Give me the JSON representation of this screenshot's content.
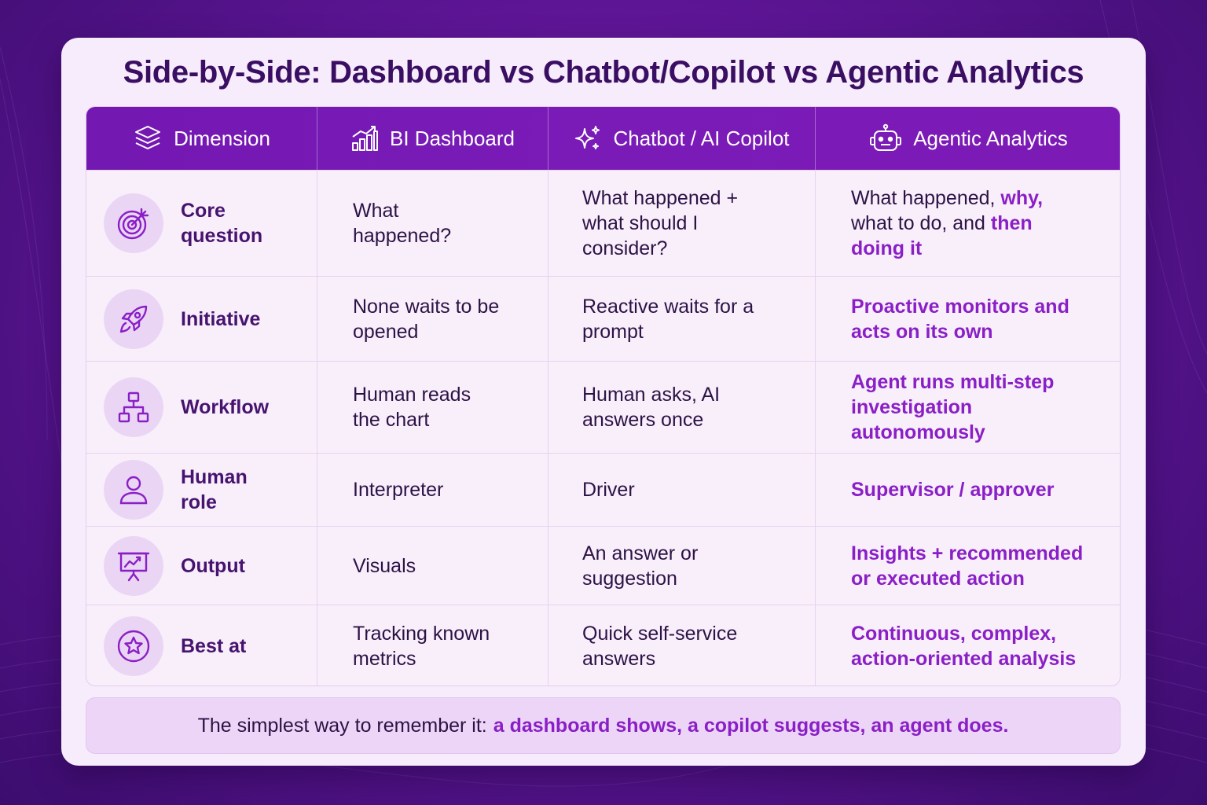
{
  "title": "Side-by-Side: Dashboard vs Chatbot/Copilot vs Agentic Analytics",
  "columns": [
    {
      "label": "Dimension",
      "icon": "layers-icon"
    },
    {
      "label": "BI Dashboard",
      "icon": "bar-chart-icon"
    },
    {
      "label": "Chatbot / AI Copilot",
      "icon": "sparkles-icon"
    },
    {
      "label": "Agentic Analytics",
      "icon": "robot-icon"
    }
  ],
  "rows": [
    {
      "dimension": "Core question",
      "icon": "target-icon",
      "dashboard": "What happened?",
      "copilot": "What happened + what should I consider?",
      "agentic_parts": [
        "What happened, ",
        "why,",
        " what to do, and ",
        "then doing it"
      ]
    },
    {
      "dimension": "Initiative",
      "icon": "rocket-icon",
      "dashboard": "None waits to be opened",
      "copilot": "Reactive waits for a prompt",
      "agentic": "Proactive monitors and acts on its own"
    },
    {
      "dimension": "Workflow",
      "icon": "workflow-icon",
      "dashboard": "Human reads the chart",
      "copilot": "Human asks, AI answers once",
      "agentic": "Agent runs multi-step investigation autonomously"
    },
    {
      "dimension": "Human role",
      "icon": "user-icon",
      "dashboard": "Interpreter",
      "copilot": "Driver",
      "agentic": "Supervisor / approver"
    },
    {
      "dimension": "Output",
      "icon": "presentation-icon",
      "dashboard": "Visuals",
      "copilot": "An answer or suggestion",
      "agentic": "Insights + recommended or executed action"
    },
    {
      "dimension": "Best at",
      "icon": "star-icon",
      "dashboard": "Tracking known metrics",
      "copilot": "Quick self-service answers",
      "agentic": "Continuous, complex, action-oriented analysis"
    }
  ],
  "footer": {
    "prefix": "The simplest way to remember it:",
    "emphasis": "a dashboard shows, a copilot suggests, an agent does."
  },
  "colors": {
    "accent": "#8a1fc6",
    "header": "#7418b2",
    "title": "#3a0f63",
    "card": "#f7ecfb"
  }
}
